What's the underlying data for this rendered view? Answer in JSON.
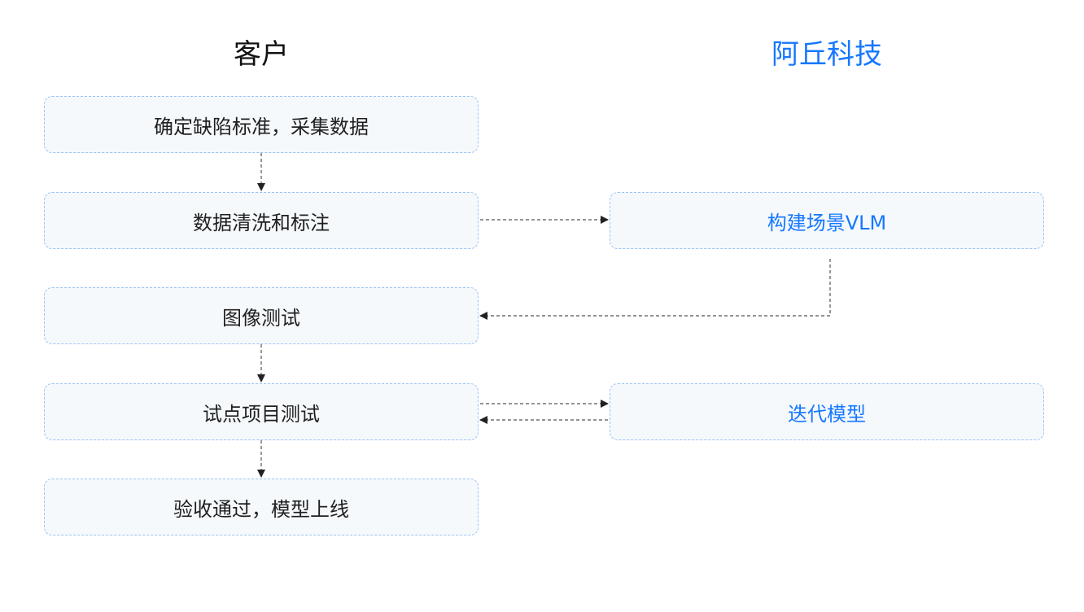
{
  "columns": {
    "customer": {
      "title": "客户"
    },
    "vendor": {
      "title": "阿丘科技"
    }
  },
  "customer_steps": [
    "确定缺陷标准，采集数据",
    "数据清洗和标注",
    "图像测试",
    "试点项目测试",
    "验收通过，模型上线"
  ],
  "vendor_steps": [
    "构建场景VLM",
    "迭代模型"
  ],
  "colors": {
    "vendor_accent": "#1677ff",
    "box_fill": "#f5f9fc",
    "box_border": "#9cc3f5",
    "arrow": "#555555"
  }
}
